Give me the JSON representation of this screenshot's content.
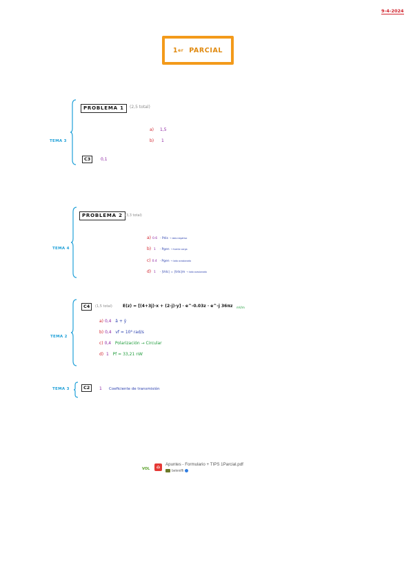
{
  "date": "9-4-2024",
  "title": {
    "main": "1",
    "sup": "er",
    "rest": "PARCIAL"
  },
  "section1": {
    "tema": "TEMA 3",
    "problema": "PROBLEMA 1",
    "total": "(2,5 total)",
    "a_label": "a)",
    "a_value": "1,5",
    "b_label": "b)",
    "b_value": "1",
    "c_box": "C3",
    "c_value": "0,1"
  },
  "section2": {
    "tema": "TEMA 4",
    "problema": "PROBLEMA 2",
    "total": "(3,3 total)",
    "items": [
      {
        "label": "a)",
        "pts": "0.6",
        "text": "· Pdis",
        "note": "→ lado negativo"
      },
      {
        "label": "b)",
        "pts": "1",
        "text": "· Pgen",
        "note": "→ fuente carga"
      },
      {
        "label": "c)",
        "pts": "0.4",
        "text": "· Pgen",
        "note": "→ lado ocasionado"
      },
      {
        "label": "d)",
        "pts": "1",
        "text": "· |Vdc| = |Vdc|m",
        "note": "→ lado ocasionado"
      }
    ]
  },
  "section3": {
    "tema": "TEMA 2",
    "box": "C4",
    "total": "(1,5 total)",
    "formula": "E(z) = [(4+3j)·x + (2-j)·y] · e^-0.03z · e^-j 36πz",
    "formula_unit": "mV/m",
    "items": [
      {
        "label": "a)",
        "pts": "0,4",
        "text": "â + ŷ"
      },
      {
        "label": "b)",
        "pts": "0,4",
        "text": "vf = 10⁸ rad/s"
      },
      {
        "label": "c)",
        "pts": "0,4",
        "text": "Polarización → Circular"
      },
      {
        "label": "d)",
        "pts": "1",
        "text": "Pf = 33,21 nW"
      }
    ]
  },
  "section4": {
    "tema": "TEMA 3",
    "box": "C2",
    "pts": "1",
    "text": "Coeficiente de transmisión"
  },
  "footer": {
    "vol": "VOL",
    "file": "Apuntes - Formulario + TIPS 1Parcial.pdf",
    "user": "beleniffi"
  },
  "colors": {
    "accent_orange": "#f39a1a",
    "tema_blue": "#1fa0d8",
    "red": "#d0202a",
    "purple": "#8a1fa0",
    "green": "#1e9b3a",
    "blue": "#2a3fae"
  }
}
